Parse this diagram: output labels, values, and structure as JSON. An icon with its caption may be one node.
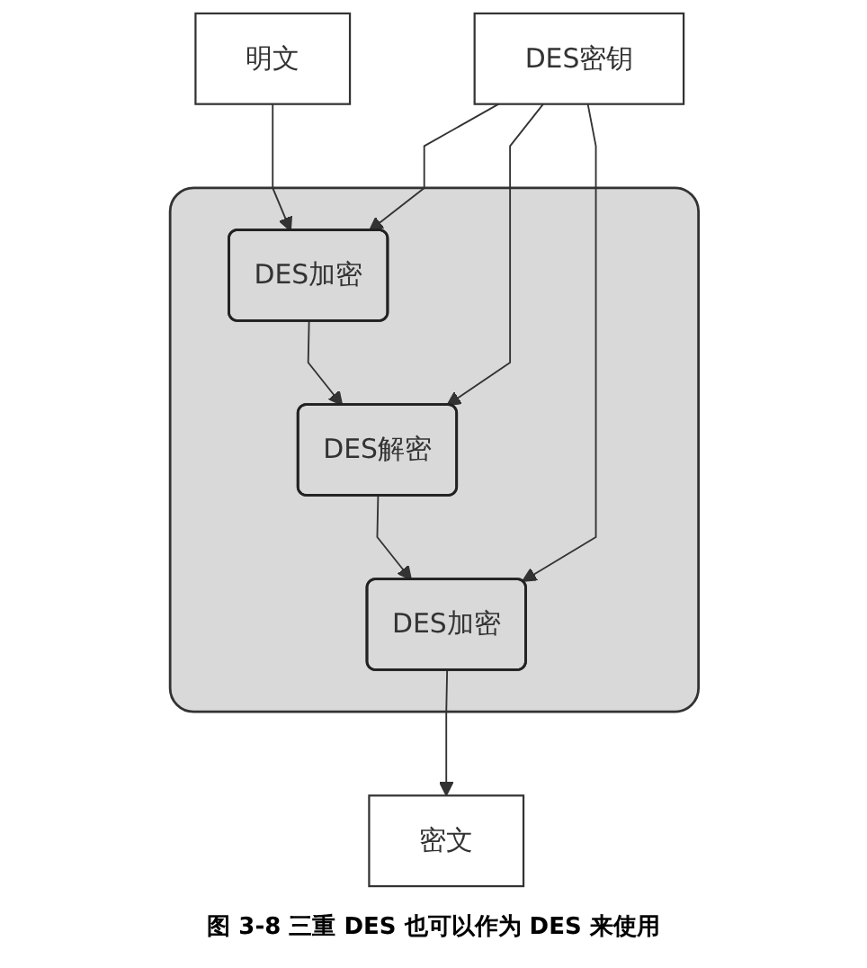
{
  "diagram": {
    "caption": "图 3-8 三重 DES 也可以作为 DES 来使用",
    "nodes": [
      {
        "text": [
          "明文"
        ]
      },
      {
        "text": [],
        "shape": "box"
      },
      {
        "text": [
          "DES加密"
        ],
        "in": 1
      },
      {
        "text": [
          "DES解密"
        ],
        "in": 1
      },
      {
        "text": [
          "DES加密"
        ],
        "in": 1
      },
      {
        "text": [
          "DES密钥"
        ]
      },
      {
        "text": [
          "密文"
        ]
      }
    ],
    "edges": [
      {
        "from": 0,
        "to": 2,
        "arrow": "to"
      },
      {
        "from": 2,
        "to": 3,
        "arrow": "to"
      },
      {
        "from": 3,
        "to": 4,
        "arrow": "to"
      },
      {
        "from": 4,
        "to": 6,
        "arrow": "to"
      },
      {
        "from": 5,
        "to": 2,
        "arrow": "to"
      },
      {
        "from": 5,
        "to": 3,
        "arrow": "to"
      },
      {
        "from": 5,
        "to": 4,
        "arrow": "to"
      }
    ]
  }
}
